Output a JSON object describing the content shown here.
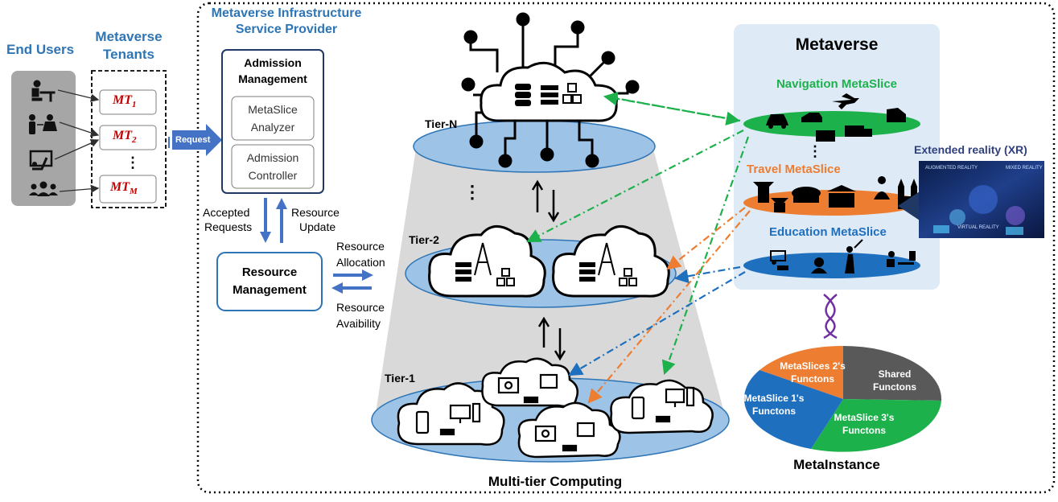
{
  "end_users": {
    "title": "End Users"
  },
  "tenants": {
    "title_line1": "Metaverse",
    "title_line2": "Tenants",
    "items": [
      {
        "base": "MT",
        "sub": "1"
      },
      {
        "base": "MT",
        "sub": "2"
      },
      {
        "base": "MT",
        "sub": "M"
      }
    ],
    "ellipsis": "⋮"
  },
  "request_label": "Request",
  "provider": {
    "title_line1": "Metaverse Infrastructure",
    "title_line2": "Service Provider",
    "admission": {
      "title_line1": "Admission",
      "title_line2": "Management",
      "analyzer_line1": "MetaSlice",
      "analyzer_line2": "Analyzer",
      "controller_line1": "Admission",
      "controller_line2": "Controller"
    },
    "accepted_line1": "Accepted",
    "accepted_line2": "Requests",
    "update_line1": "Resource",
    "update_line2": "Update",
    "resource_mgmt_line1": "Resource",
    "resource_mgmt_line2": "Management",
    "allocation_line1": "Resource",
    "allocation_line2": "Allocation",
    "availability_line1": "Resource",
    "availability_line2": "Avaibility"
  },
  "tiers": {
    "tier_n": "Tier-N",
    "tier_2": "Tier-2",
    "tier_1": "Tier-1",
    "ellipsis": "⋮",
    "caption": "Multi-tier Computing"
  },
  "metaverse": {
    "title": "Metaverse",
    "slices": [
      {
        "name": "Navigation MetaSlice",
        "color": "#1db14b"
      },
      {
        "name": "Travel MetaSlice",
        "color": "#ed7d31"
      },
      {
        "name": "Education MetaSlice",
        "color": "#1f6fbf"
      }
    ],
    "ellipsis": "⋮",
    "xr_title": "Extended reality (XR)",
    "xr_labels": [
      "AUGMENTED REALITY",
      "MIXED REALITY",
      "VIRTUAL REALITY"
    ]
  },
  "metainstance": {
    "caption": "MetaInstance",
    "segments": [
      {
        "line1": "MetaSlices 2's",
        "line2": "Functons",
        "color": "#ed7d31"
      },
      {
        "line1": "Shared",
        "line2": "Functons",
        "color": "#595959"
      },
      {
        "line1": "MetaSlice 3's",
        "line2": "Functons",
        "color": "#1db14b"
      },
      {
        "line1": "MetaSlice 1's",
        "line2": "Functons",
        "color": "#1f6fbf"
      }
    ]
  },
  "colors": {
    "accent_blue": "#2e75b6",
    "tenant_red": "#c00000",
    "nav_green": "#1db14b",
    "travel_orange": "#ed7d31",
    "edu_blue": "#1f6fbf",
    "metaverse_panel": "#deebf7",
    "tier_disc": "#9dc3e6",
    "cone_gray": "#d9d9d9",
    "purple": "#7030a0"
  }
}
